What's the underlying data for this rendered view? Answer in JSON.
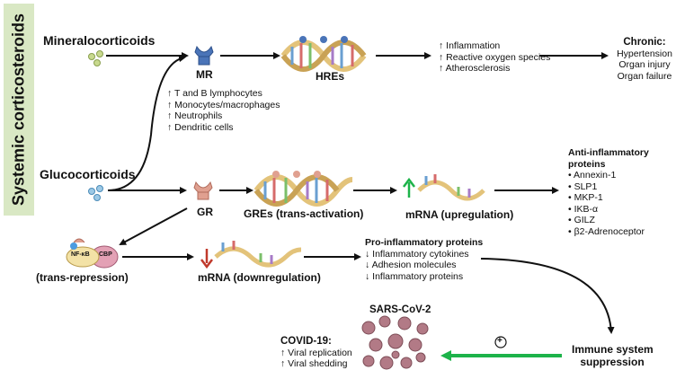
{
  "sidebar": {
    "title": "Systemic corticosteroids"
  },
  "mineralocorticoids": "Mineralocorticoids",
  "glucocorticoids": "Glucocorticoids",
  "mr": "MR",
  "hres": "HREs",
  "gr": "GR",
  "gres": "GREs (trans-activation)",
  "mrna_up": "mRNA (upregulation)",
  "trans_repression": "(trans-repression)",
  "mrna_down": "mRNA (downregulation)",
  "nfkb": "NF-κB",
  "cbp": "CBP",
  "mr_effects": [
    "↑ Inflammation",
    "↑ Reactive oxygen species",
    "↑ Atherosclerosis"
  ],
  "chronic": {
    "title": "Chronic:",
    "items": [
      "Hypertension",
      "Organ injury",
      "Organ failure"
    ]
  },
  "immune_cells": [
    "↑ T and B lymphocytes",
    "↑ Monocytes/macrophages",
    "↑ Neutrophils",
    "↑ Dendritic cells"
  ],
  "anti_inflammatory": {
    "title": [
      "Anti-inflammatory",
      "proteins"
    ],
    "items": [
      "• Annexin-1",
      "• SLP1",
      "• MKP-1",
      "• IKB-α",
      "• GILZ",
      "• β2-Adrenoceptor"
    ]
  },
  "pro_inflammatory": {
    "title": "Pro-inflammatory proteins",
    "items": [
      "↓ Inflammatory cytokines",
      "↓ Adhesion molecules",
      "↓ Inflammatory proteins"
    ]
  },
  "immune_suppression": [
    "Immune system",
    "suppression"
  ],
  "sars": "SARS-CoV-2",
  "plus": "+",
  "covid": {
    "title": "COVID-19:",
    "items": [
      "↑ Viral replication",
      "↑ Viral shedding"
    ]
  },
  "colors": {
    "sidebar_bg": "#d9e8c4",
    "green_arrow": "#1db34a",
    "red_arrow": "#c0392b",
    "virus": "#b27a86",
    "receptor_mr": "#4a74b8",
    "receptor_gr": "#d88a7a"
  }
}
